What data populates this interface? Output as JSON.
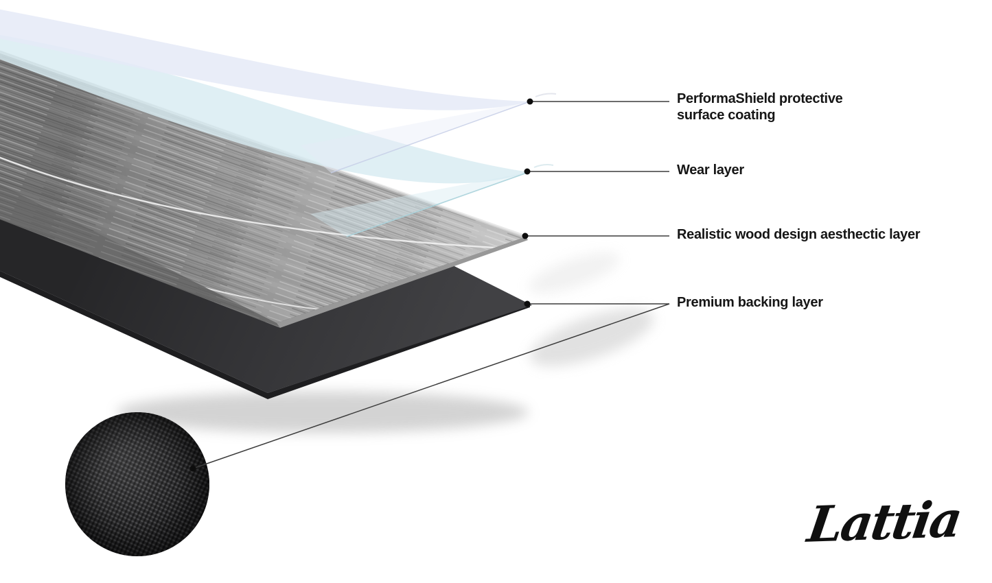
{
  "diagram": {
    "labels": [
      {
        "lines": [
          "PerformaShield protective",
          "surface coating"
        ]
      },
      {
        "lines": [
          "Wear layer"
        ]
      },
      {
        "lines": [
          "Realistic wood design aesthectic layer"
        ]
      },
      {
        "lines": [
          "Premium backing layer"
        ]
      }
    ]
  },
  "logo": {
    "text": "Lattia"
  },
  "colors": {
    "coating_sheet": "#e5eaf7",
    "wear_sheet": "#d8ecf2",
    "wood_layer": "#a9a9a9",
    "backing_layer": "#37373a",
    "backing_edge": "#1e1e20",
    "texture_circle": "#2a2a2c",
    "leader_line": "#3c3c3c",
    "leader_dot": "#0d0d0d"
  }
}
